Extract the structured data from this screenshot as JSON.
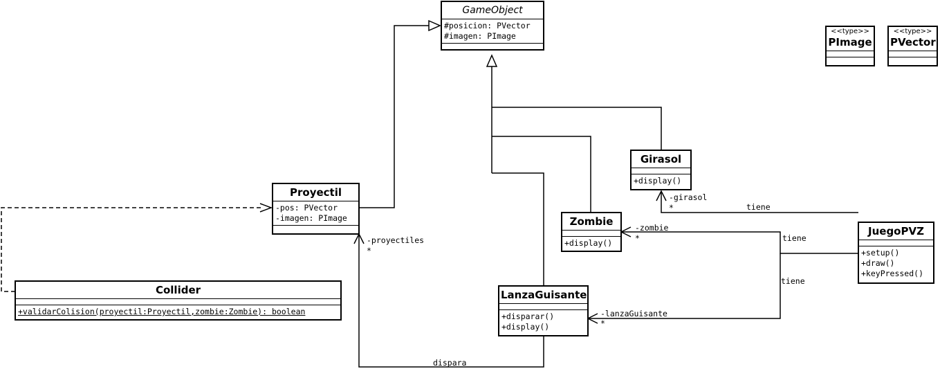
{
  "classes": {
    "gameobject": {
      "name": "GameObject",
      "attributes": [
        "#posicion: PVector",
        "#imagen: PImage"
      ],
      "methods": []
    },
    "pimage": {
      "stereotype": "<<type>>",
      "name": "PImage"
    },
    "pvector": {
      "stereotype": "<<type>>",
      "name": "PVector"
    },
    "proyectil": {
      "name": "Proyectil",
      "attributes": [
        "-pos: PVector",
        "-imagen: PImage"
      ],
      "methods": []
    },
    "girasol": {
      "name": "Girasol",
      "attributes": [],
      "methods": [
        "+display()"
      ]
    },
    "zombie": {
      "name": "Zombie",
      "attributes": [],
      "methods": [
        "+display()"
      ]
    },
    "juegopvz": {
      "name": "JuegoPVZ",
      "attributes": [],
      "methods": [
        "+setup()",
        "+draw()",
        "+keyPressed()"
      ]
    },
    "lanzaguisante": {
      "name": "LanzaGuisante",
      "attributes": [],
      "methods": [
        "+disparar()",
        "+display()"
      ]
    },
    "collider": {
      "name": "Collider",
      "attributes": [],
      "methods": [
        "+validarColision(proyectil:Proyectil,zombie:Zombie): boolean"
      ]
    }
  },
  "relations": {
    "girasol_assoc": {
      "role": "-girasol",
      "multiplicity": "*",
      "label": "tiene"
    },
    "zombie_assoc": {
      "role": "-zombie",
      "multiplicity": "*",
      "label": "tiene"
    },
    "lanza_assoc": {
      "role": "-lanzaGuisante",
      "multiplicity": "*",
      "label": "tiene"
    },
    "proyectiles_assoc": {
      "role": "-proyectiles",
      "multiplicity": "*",
      "label": "dispara"
    }
  }
}
